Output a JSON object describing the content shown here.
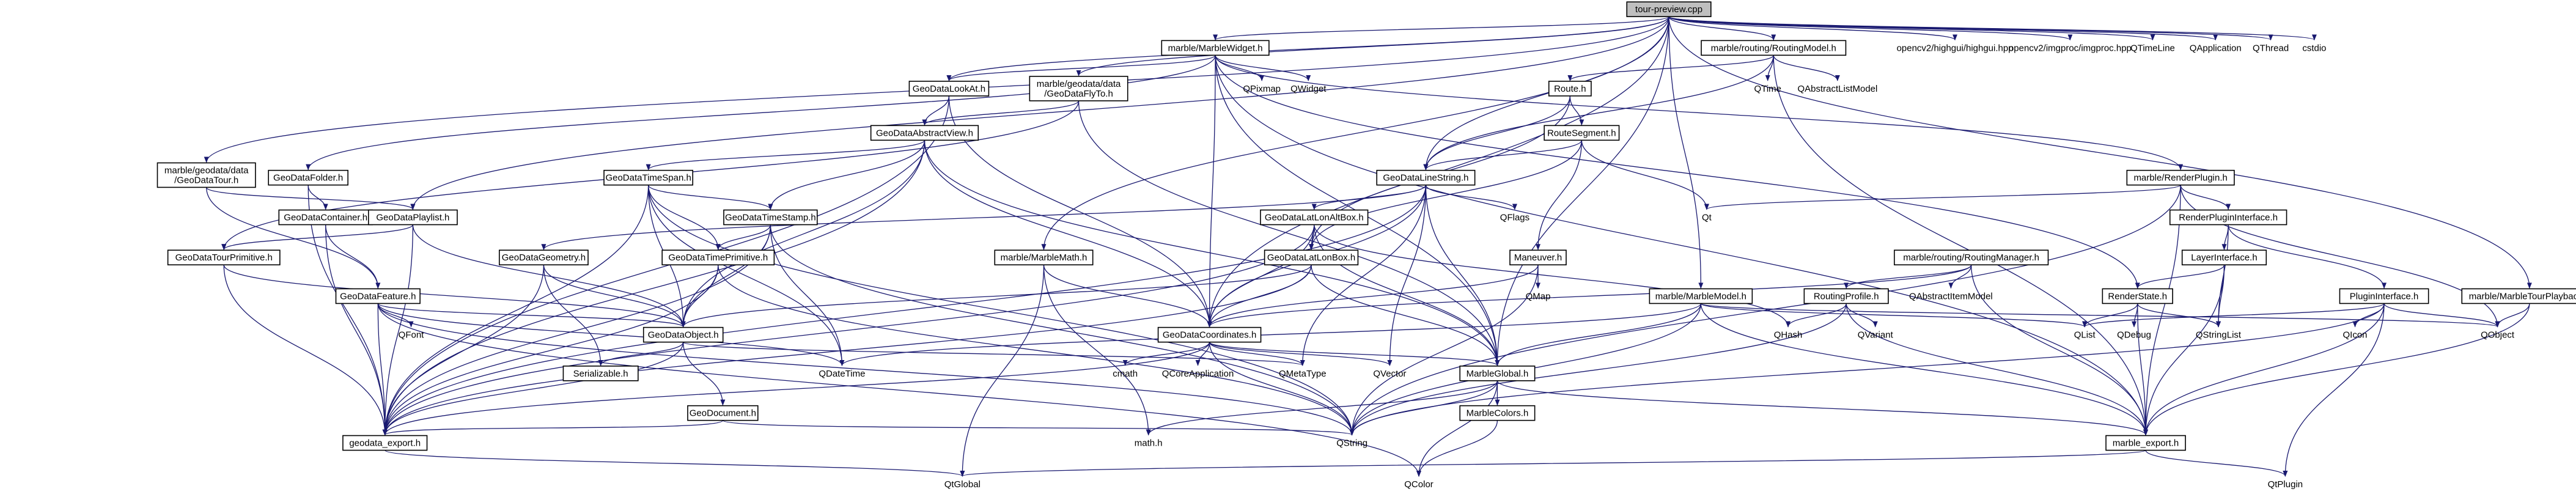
{
  "nodes": {
    "tour_preview_cpp": [
      "tour-preview.cpp"
    ],
    "marble_MarbleWidget_h": [
      "marble/MarbleWidget.h"
    ],
    "marble_routing_RoutingModel_h": [
      "marble/routing/RoutingModel.h"
    ],
    "opencv2_highgui": [
      "opencv2/highgui/highgui.hpp"
    ],
    "opencv2_imgproc": [
      "opencv2/imgproc/imgproc.hpp"
    ],
    "QTimeLine": [
      "QTimeLine"
    ],
    "QApplication": [
      "QApplication"
    ],
    "QThread": [
      "QThread"
    ],
    "cstdio": [
      "cstdio"
    ],
    "GeoDataLookAt_h": [
      "GeoDataLookAt.h"
    ],
    "marble_geodata_data_GeoDataFlyTo_h": [
      "marble/geodata/data",
      "/GeoDataFlyTo.h"
    ],
    "QPixmap": [
      "QPixmap"
    ],
    "QWidget": [
      "QWidget"
    ],
    "Route_h": [
      "Route.h"
    ],
    "QTime": [
      "QTime"
    ],
    "QAbstractListModel": [
      "QAbstractListModel"
    ],
    "GeoDataAbstractView_h": [
      "GeoDataAbstractView.h"
    ],
    "RouteSegment_h": [
      "RouteSegment.h"
    ],
    "marble_geodata_data_GeoDataTour_h": [
      "marble/geodata/data",
      "/GeoDataTour.h"
    ],
    "GeoDataFolder_h": [
      "GeoDataFolder.h"
    ],
    "GeoDataTimeSpan_h": [
      "GeoDataTimeSpan.h"
    ],
    "GeoDataLineString_h": [
      "GeoDataLineString.h"
    ],
    "marble_RenderPlugin_h": [
      "marble/RenderPlugin.h"
    ],
    "GeoDataContainer_h": [
      "GeoDataContainer.h"
    ],
    "GeoDataPlaylist_h": [
      "GeoDataPlaylist.h"
    ],
    "GeoDataTimeStamp_h": [
      "GeoDataTimeStamp.h"
    ],
    "GeoDataLatLonAltBox_h": [
      "GeoDataLatLonAltBox.h"
    ],
    "QFlags": [
      "QFlags"
    ],
    "Qt": [
      "Qt"
    ],
    "RenderPluginInterface_h": [
      "RenderPluginInterface.h"
    ],
    "GeoDataTourPrimitive_h": [
      "GeoDataTourPrimitive.h"
    ],
    "GeoDataGeometry_h": [
      "GeoDataGeometry.h"
    ],
    "GeoDataTimePrimitive_h": [
      "GeoDataTimePrimitive.h"
    ],
    "marble_MarbleMath_h": [
      "marble/MarbleMath.h"
    ],
    "GeoDataLatLonBox_h": [
      "GeoDataLatLonBox.h"
    ],
    "Maneuver_h": [
      "Maneuver.h"
    ],
    "marble_routing_RoutingManager_h": [
      "marble/routing/RoutingManager.h"
    ],
    "LayerInterface_h": [
      "LayerInterface.h"
    ],
    "GeoDataFeature_h": [
      "GeoDataFeature.h"
    ],
    "QMap": [
      "QMap"
    ],
    "QAbstractItemModel": [
      "QAbstractItemModel"
    ],
    "marble_MarbleModel_h": [
      "marble/MarbleModel.h"
    ],
    "RoutingProfile_h": [
      "RoutingProfile.h"
    ],
    "RenderState_h": [
      "RenderState.h"
    ],
    "PluginInterface_h": [
      "PluginInterface.h"
    ],
    "marble_MarbleTourPlayback_h": [
      "marble/MarbleTourPlayback.h"
    ],
    "QFont": [
      "QFont"
    ],
    "GeoDataObject_h": [
      "GeoDataObject.h"
    ],
    "GeoDataCoordinates_h": [
      "GeoDataCoordinates.h"
    ],
    "QHash": [
      "QHash"
    ],
    "QVariant": [
      "QVariant"
    ],
    "QList": [
      "QList"
    ],
    "QDebug": [
      "QDebug"
    ],
    "QStringList": [
      "QStringList"
    ],
    "QIcon": [
      "QIcon"
    ],
    "QObject": [
      "QObject"
    ],
    "Serializable_h": [
      "Serializable.h"
    ],
    "QDateTime": [
      "QDateTime"
    ],
    "cmath": [
      "cmath"
    ],
    "QCoreApplication": [
      "QCoreApplication"
    ],
    "QMetaType": [
      "QMetaType"
    ],
    "QVector": [
      "QVector"
    ],
    "MarbleGlobal_h": [
      "MarbleGlobal.h"
    ],
    "GeoDocument_h": [
      "GeoDocument.h"
    ],
    "MarbleColors_h": [
      "MarbleColors.h"
    ],
    "geodata_export_h": [
      "geodata_export.h"
    ],
    "math_h": [
      "math.h"
    ],
    "QString": [
      "QString"
    ],
    "marble_export_h": [
      "marble_export.h"
    ],
    "QtGlobal": [
      "QtGlobal"
    ],
    "QColor": [
      "QColor"
    ],
    "QtPlugin": [
      "QtPlugin"
    ]
  },
  "edges": [
    [
      "tour_preview_cpp",
      "marble_MarbleWidget_h"
    ],
    [
      "tour_preview_cpp",
      "marble_routing_RoutingModel_h"
    ],
    [
      "tour_preview_cpp",
      "opencv2_highgui"
    ],
    [
      "tour_preview_cpp",
      "opencv2_imgproc"
    ],
    [
      "tour_preview_cpp",
      "QTimeLine"
    ],
    [
      "tour_preview_cpp",
      "QApplication"
    ],
    [
      "tour_preview_cpp",
      "QThread"
    ],
    [
      "tour_preview_cpp",
      "cstdio"
    ],
    [
      "tour_preview_cpp",
      "GeoDataLookAt_h"
    ],
    [
      "tour_preview_cpp",
      "marble_geodata_data_GeoDataFlyTo_h"
    ],
    [
      "tour_preview_cpp",
      "marble_geodata_data_GeoDataTour_h"
    ],
    [
      "tour_preview_cpp",
      "GeoDataLineString_h"
    ],
    [
      "tour_preview_cpp",
      "GeoDataCoordinates_h"
    ],
    [
      "tour_preview_cpp",
      "marble_MarbleMath_h"
    ],
    [
      "tour_preview_cpp",
      "marble_MarbleModel_h"
    ],
    [
      "tour_preview_cpp",
      "marble_MarbleTourPlayback_h"
    ],
    [
      "tour_preview_cpp",
      "GeoDataPlaylist_h"
    ],
    [
      "tour_preview_cpp",
      "MarbleGlobal_h"
    ],
    [
      "marble_MarbleWidget_h",
      "GeoDataLookAt_h"
    ],
    [
      "marble_MarbleWidget_h",
      "QPixmap"
    ],
    [
      "marble_MarbleWidget_h",
      "QWidget"
    ],
    [
      "marble_MarbleWidget_h",
      "GeoDataFolder_h"
    ],
    [
      "marble_MarbleWidget_h",
      "GeoDataCoordinates_h"
    ],
    [
      "marble_MarbleWidget_h",
      "MarbleGlobal_h"
    ],
    [
      "marble_MarbleWidget_h",
      "marble_export_h"
    ],
    [
      "marble_MarbleWidget_h",
      "marble_RenderPlugin_h"
    ],
    [
      "marble_MarbleWidget_h",
      "RenderState_h"
    ],
    [
      "marble_routing_RoutingModel_h",
      "Route_h"
    ],
    [
      "marble_routing_RoutingModel_h",
      "QTime"
    ],
    [
      "marble_routing_RoutingModel_h",
      "QAbstractListModel"
    ],
    [
      "marble_routing_RoutingModel_h",
      "GeoDataLineString_h"
    ],
    [
      "marble_routing_RoutingModel_h",
      "marble_export_h"
    ],
    [
      "Route_h",
      "RouteSegment_h"
    ],
    [
      "Route_h",
      "GeoDataLatLonBox_h"
    ],
    [
      "Route_h",
      "GeoDataLineString_h"
    ],
    [
      "RouteSegment_h",
      "Qt"
    ],
    [
      "RouteSegment_h",
      "Maneuver_h"
    ],
    [
      "RouteSegment_h",
      "GeoDataLatLonBox_h"
    ],
    [
      "RouteSegment_h",
      "GeoDataLineString_h"
    ],
    [
      "GeoDataLookAt_h",
      "GeoDataAbstractView_h"
    ],
    [
      "GeoDataLookAt_h",
      "GeoDataCoordinates_h"
    ],
    [
      "GeoDataLookAt_h",
      "geodata_export_h"
    ],
    [
      "marble_geodata_data_GeoDataFlyTo_h",
      "GeoDataAbstractView_h"
    ],
    [
      "marble_geodata_data_GeoDataFlyTo_h",
      "GeoDataTourPrimitive_h"
    ],
    [
      "marble_geodata_data_GeoDataFlyTo_h",
      "MarbleGlobal_h"
    ],
    [
      "GeoDataAbstractView_h",
      "GeoDataTimeSpan_h"
    ],
    [
      "GeoDataAbstractView_h",
      "GeoDataTimeStamp_h"
    ],
    [
      "GeoDataAbstractView_h",
      "GeoDataObject_h"
    ],
    [
      "GeoDataAbstractView_h",
      "GeoDataCoordinates_h"
    ],
    [
      "GeoDataAbstractView_h",
      "MarbleGlobal_h"
    ],
    [
      "GeoDataAbstractView_h",
      "geodata_export_h"
    ],
    [
      "marble_geodata_data_GeoDataTour_h",
      "GeoDataFeature_h"
    ],
    [
      "marble_geodata_data_GeoDataTour_h",
      "GeoDataPlaylist_h"
    ],
    [
      "GeoDataFolder_h",
      "GeoDataContainer_h"
    ],
    [
      "GeoDataFolder_h",
      "geodata_export_h"
    ],
    [
      "GeoDataContainer_h",
      "GeoDataFeature_h"
    ],
    [
      "GeoDataContainer_h",
      "geodata_export_h"
    ],
    [
      "GeoDataPlaylist_h",
      "GeoDataTourPrimitive_h"
    ],
    [
      "GeoDataPlaylist_h",
      "GeoDataObject_h"
    ],
    [
      "GeoDataPlaylist_h",
      "geodata_export_h"
    ],
    [
      "GeoDataTourPrimitive_h",
      "GeoDataObject_h"
    ],
    [
      "GeoDataTourPrimitive_h",
      "geodata_export_h"
    ],
    [
      "GeoDataTimeSpan_h",
      "GeoDataTimeStamp_h"
    ],
    [
      "GeoDataTimeSpan_h",
      "GeoDataTimePrimitive_h"
    ],
    [
      "GeoDataTimeSpan_h",
      "GeoDataObject_h"
    ],
    [
      "GeoDataTimeSpan_h",
      "QDateTime"
    ],
    [
      "GeoDataTimeSpan_h",
      "geodata_export_h"
    ],
    [
      "GeoDataTimeSpan_h",
      "QString"
    ],
    [
      "GeoDataTimeStamp_h",
      "GeoDataTimePrimitive_h"
    ],
    [
      "GeoDataTimeStamp_h",
      "QDateTime"
    ],
    [
      "GeoDataTimeStamp_h",
      "geodata_export_h"
    ],
    [
      "GeoDataTimeStamp_h",
      "GeoDataObject_h"
    ],
    [
      "GeoDataTimeStamp_h",
      "QString"
    ],
    [
      "GeoDataTimePrimitive_h",
      "GeoDataObject_h"
    ],
    [
      "GeoDataTimePrimitive_h",
      "geodata_export_h"
    ],
    [
      "GeoDataTimePrimitive_h",
      "QString"
    ],
    [
      "GeoDataLineString_h",
      "QFlags"
    ],
    [
      "GeoDataLineString_h",
      "GeoDataGeometry_h"
    ],
    [
      "GeoDataLineString_h",
      "GeoDataLatLonAltBox_h"
    ],
    [
      "GeoDataLineString_h",
      "GeoDataCoordinates_h"
    ],
    [
      "GeoDataLineString_h",
      "MarbleGlobal_h"
    ],
    [
      "GeoDataLineString_h",
      "QMetaType"
    ],
    [
      "GeoDataLineString_h",
      "QVector"
    ],
    [
      "GeoDataLineString_h",
      "geodata_export_h"
    ],
    [
      "GeoDataGeometry_h",
      "GeoDataObject_h"
    ],
    [
      "GeoDataGeometry_h",
      "Serializable_h"
    ],
    [
      "GeoDataGeometry_h",
      "geodata_export_h"
    ],
    [
      "GeoDataLatLonAltBox_h",
      "GeoDataLatLonBox_h"
    ],
    [
      "GeoDataLatLonAltBox_h",
      "GeoDataCoordinates_h"
    ],
    [
      "GeoDataLatLonAltBox_h",
      "MarbleGlobal_h"
    ],
    [
      "GeoDataLatLonAltBox_h",
      "geodata_export_h"
    ],
    [
      "GeoDataLatLonAltBox_h",
      "QHash"
    ],
    [
      "GeoDataLatLonBox_h",
      "GeoDataObject_h"
    ],
    [
      "GeoDataLatLonBox_h",
      "GeoDataCoordinates_h"
    ],
    [
      "GeoDataLatLonBox_h",
      "MarbleGlobal_h"
    ],
    [
      "GeoDataLatLonBox_h",
      "geodata_export_h"
    ],
    [
      "GeoDataFeature_h",
      "GeoDataObject_h"
    ],
    [
      "GeoDataFeature_h",
      "QFont"
    ],
    [
      "GeoDataFeature_h",
      "geodata_export_h"
    ],
    [
      "GeoDataFeature_h",
      "QColor"
    ],
    [
      "GeoDataFeature_h",
      "QString"
    ],
    [
      "GeoDataFeature_h",
      "QDateTime"
    ],
    [
      "GeoDataObject_h",
      "GeoDocument_h"
    ],
    [
      "GeoDataObject_h",
      "Serializable_h"
    ],
    [
      "GeoDataObject_h",
      "geodata_export_h"
    ],
    [
      "GeoDataObject_h",
      "QMetaType"
    ],
    [
      "GeoDocument_h",
      "geodata_export_h"
    ],
    [
      "GeoDocument_h",
      "QString"
    ],
    [
      "GeoDataCoordinates_h",
      "cmath"
    ],
    [
      "GeoDataCoordinates_h",
      "QCoreApplication"
    ],
    [
      "GeoDataCoordinates_h",
      "QMetaType"
    ],
    [
      "GeoDataCoordinates_h",
      "QVector"
    ],
    [
      "GeoDataCoordinates_h",
      "MarbleGlobal_h"
    ],
    [
      "GeoDataCoordinates_h",
      "geodata_export_h"
    ],
    [
      "GeoDataCoordinates_h",
      "QString"
    ],
    [
      "marble_MarbleMath_h",
      "GeoDataCoordinates_h"
    ],
    [
      "marble_MarbleMath_h",
      "math_h"
    ],
    [
      "marble_MarbleMath_h",
      "QtGlobal"
    ],
    [
      "Maneuver_h",
      "QMap"
    ],
    [
      "Maneuver_h",
      "GeoDataCoordinates_h"
    ],
    [
      "Maneuver_h",
      "QString"
    ],
    [
      "marble_RenderPlugin_h",
      "Qt"
    ],
    [
      "marble_RenderPlugin_h",
      "RenderPluginInterface_h"
    ],
    [
      "marble_RenderPlugin_h",
      "QString"
    ],
    [
      "marble_RenderPlugin_h",
      "QObject"
    ],
    [
      "marble_RenderPlugin_h",
      "marble_export_h"
    ],
    [
      "RenderPluginInterface_h",
      "LayerInterface_h"
    ],
    [
      "RenderPluginInterface_h",
      "PluginInterface_h"
    ],
    [
      "RenderPluginInterface_h",
      "QStringList"
    ],
    [
      "LayerInterface_h",
      "RenderState_h"
    ],
    [
      "LayerInterface_h",
      "QStringList"
    ],
    [
      "LayerInterface_h",
      "marble_export_h"
    ],
    [
      "RenderState_h",
      "QList"
    ],
    [
      "RenderState_h",
      "QDebug"
    ],
    [
      "RenderState_h",
      "QStringList"
    ],
    [
      "RenderState_h",
      "marble_export_h"
    ],
    [
      "PluginInterface_h",
      "QString"
    ],
    [
      "PluginInterface_h",
      "QIcon"
    ],
    [
      "PluginInterface_h",
      "QObject"
    ],
    [
      "PluginInterface_h",
      "QList"
    ],
    [
      "PluginInterface_h",
      "marble_export_h"
    ],
    [
      "PluginInterface_h",
      "QtPlugin"
    ],
    [
      "marble_routing_RoutingManager_h",
      "QAbstractItemModel"
    ],
    [
      "marble_routing_RoutingManager_h",
      "RoutingProfile_h"
    ],
    [
      "marble_routing_RoutingManager_h",
      "GeoDataCoordinates_h"
    ],
    [
      "marble_routing_RoutingManager_h",
      "marble_export_h"
    ],
    [
      "RoutingProfile_h",
      "QHash"
    ],
    [
      "RoutingProfile_h",
      "QVariant"
    ],
    [
      "RoutingProfile_h",
      "QString"
    ],
    [
      "RoutingProfile_h",
      "marble_export_h"
    ],
    [
      "marble_MarbleModel_h",
      "MarbleGlobal_h"
    ],
    [
      "marble_MarbleModel_h",
      "marble_export_h"
    ],
    [
      "marble_MarbleModel_h",
      "QList"
    ],
    [
      "marble_MarbleModel_h",
      "QString"
    ],
    [
      "marble_MarbleModel_h",
      "QDateTime"
    ],
    [
      "marble_MarbleModel_h",
      "QObject"
    ],
    [
      "marble_MarbleTourPlayback_h",
      "QObject"
    ],
    [
      "marble_MarbleTourPlayback_h",
      "marble_export_h"
    ],
    [
      "MarbleGlobal_h",
      "MarbleColors_h"
    ],
    [
      "MarbleGlobal_h",
      "math_h"
    ],
    [
      "MarbleGlobal_h",
      "QString"
    ],
    [
      "MarbleGlobal_h",
      "QColor"
    ],
    [
      "MarbleGlobal_h",
      "marble_export_h"
    ],
    [
      "MarbleColors_h",
      "QColor"
    ],
    [
      "geodata_export_h",
      "QtGlobal"
    ],
    [
      "marble_export_h",
      "QtGlobal"
    ],
    [
      "marble_export_h",
      "QtPlugin"
    ]
  ]
}
